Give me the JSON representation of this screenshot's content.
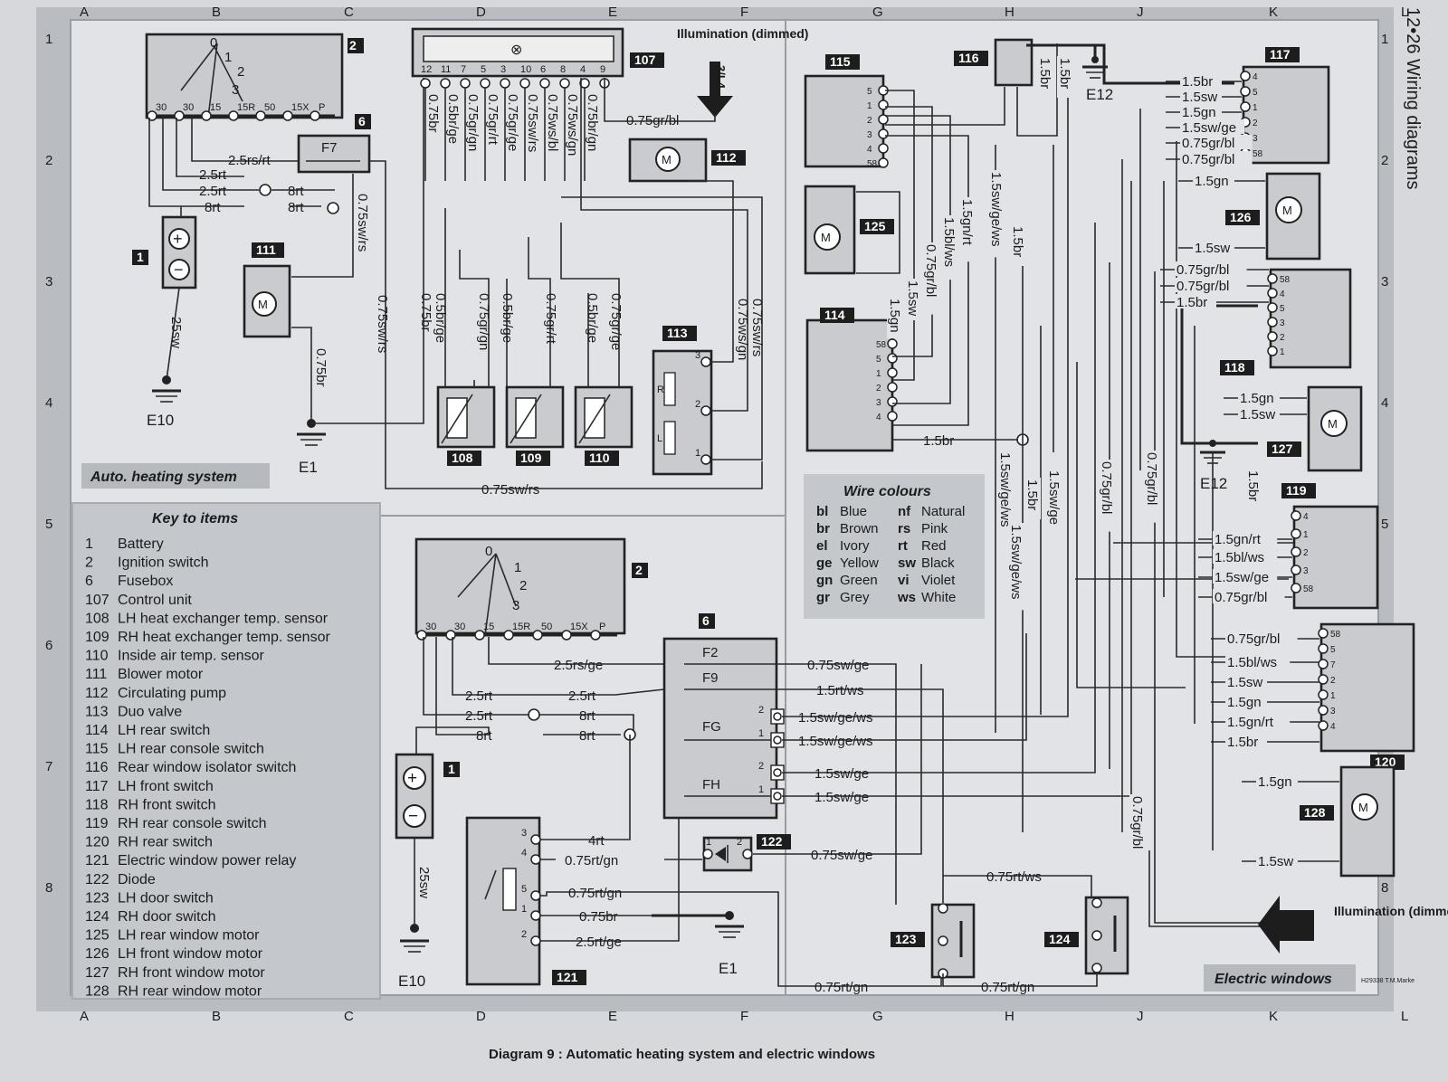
{
  "header": {
    "page_ref": "12•26 Wiring diagrams"
  },
  "grid": {
    "cols": [
      "A",
      "B",
      "C",
      "D",
      "E",
      "F",
      "G",
      "H",
      "J",
      "K",
      "L"
    ],
    "rows": [
      "1",
      "2",
      "3",
      "4",
      "5",
      "6",
      "7",
      "8"
    ]
  },
  "panels": {
    "heating": "Auto. heating system",
    "windows": "Electric windows",
    "illumination": "Illumination (dimmed)",
    "illum_ref": "3/L4"
  },
  "caption": "Diagram 9 : Automatic heating system and electric windows",
  "credit": "H29338 T.M.Marke",
  "key": {
    "title": "Key to items",
    "items": [
      {
        "n": "1",
        "t": "Battery"
      },
      {
        "n": "2",
        "t": "Ignition switch"
      },
      {
        "n": "6",
        "t": "Fusebox"
      },
      {
        "n": "107",
        "t": "Control unit"
      },
      {
        "n": "108",
        "t": "LH heat exchanger temp. sensor"
      },
      {
        "n": "109",
        "t": "RH heat exchanger temp. sensor"
      },
      {
        "n": "110",
        "t": "Inside air temp. sensor"
      },
      {
        "n": "111",
        "t": "Blower motor"
      },
      {
        "n": "112",
        "t": "Circulating pump"
      },
      {
        "n": "113",
        "t": "Duo valve"
      },
      {
        "n": "114",
        "t": "LH rear switch"
      },
      {
        "n": "115",
        "t": "LH rear console switch"
      },
      {
        "n": "116",
        "t": "Rear window isolator switch"
      },
      {
        "n": "117",
        "t": "LH front switch"
      },
      {
        "n": "118",
        "t": "RH front switch"
      },
      {
        "n": "119",
        "t": "RH rear console switch"
      },
      {
        "n": "120",
        "t": "RH rear switch"
      },
      {
        "n": "121",
        "t": "Electric window power relay"
      },
      {
        "n": "122",
        "t": "Diode"
      },
      {
        "n": "123",
        "t": "LH door switch"
      },
      {
        "n": "124",
        "t": "RH door switch"
      },
      {
        "n": "125",
        "t": "LH rear window motor"
      },
      {
        "n": "126",
        "t": "LH front window motor"
      },
      {
        "n": "127",
        "t": "RH front window motor"
      },
      {
        "n": "128",
        "t": "RH rear window motor"
      }
    ]
  },
  "wire_colours": {
    "title": "Wire colours",
    "items": [
      {
        "c": "bl",
        "n": "Blue"
      },
      {
        "c": "nf",
        "n": "Natural"
      },
      {
        "c": "br",
        "n": "Brown"
      },
      {
        "c": "rs",
        "n": "Pink"
      },
      {
        "c": "el",
        "n": "Ivory"
      },
      {
        "c": "rt",
        "n": "Red"
      },
      {
        "c": "ge",
        "n": "Yellow"
      },
      {
        "c": "sw",
        "n": "Black"
      },
      {
        "c": "gn",
        "n": "Green"
      },
      {
        "c": "vi",
        "n": "Violet"
      },
      {
        "c": "gr",
        "n": "Grey"
      },
      {
        "c": "ws",
        "n": "White"
      }
    ]
  },
  "components": {
    "c2": "2",
    "c6": "6",
    "c1": "1",
    "c107": "107",
    "c108": "108",
    "c109": "109",
    "c110": "110",
    "c111": "111",
    "c112": "112",
    "c113": "113",
    "c114": "114",
    "c115": "115",
    "c116": "116",
    "c117": "117",
    "c118": "118",
    "c119": "119",
    "c120": "120",
    "c121": "121",
    "c122": "122",
    "c123": "123",
    "c124": "124",
    "c125": "125",
    "c126": "126",
    "c127": "127",
    "c128": "128"
  },
  "earths": {
    "e10": "E10",
    "e1": "E1",
    "e12": "E12"
  },
  "fuses": {
    "f7": "F7",
    "f2": "F2",
    "f9": "F9",
    "fg": "FG",
    "fh": "FH"
  },
  "ignition_terminals": [
    "30",
    "30",
    "15",
    "15R",
    "50",
    "15X",
    "P"
  ],
  "switch_positions": [
    "0",
    "1",
    "2",
    "3"
  ],
  "control_pins": [
    "12",
    "11",
    "7",
    "5",
    "3",
    "10",
    "6",
    "8",
    "4",
    "9"
  ],
  "wires_heating": {
    "w_25rsrt": "2.5rs/rt",
    "w_25rt_a": "2.5rt",
    "w_25rt_b": "2.5rt",
    "w_8rt_a": "8rt",
    "w_8rt_b": "8rt",
    "w_8rt_c": "8rt",
    "w_25sw": "25sw",
    "w_075swrs_v": "0.75sw/rs",
    "w_075swrs_v2": "0.75sw/rs",
    "w_075br_v": "0.75br",
    "w_075br_pin12": "0.75br",
    "w_05brge": "0.5br/ge",
    "w_075grgn": "0.75gr/gn",
    "w_075grrt": "0.75gr/rt",
    "w_075grge": "0.75gr/ge",
    "w_075swrs_pin": "0.75sw/rs",
    "w_075wsbl": "0.75ws/bl",
    "w_075wsgn": "0.75ws/gn",
    "w_075brgn": "0.75br/gn",
    "w_075grbl": "0.75gr/bl",
    "s108_a": "0.75br",
    "s108_b": "0.5br/ge",
    "s109_a": "0.75gr/gn",
    "s109_b": "0.5br/ge",
    "s110_a": "0.75gr/rt",
    "s110_b": "0.5br/ge",
    "s110_c": "0.75gr/ge",
    "v113_a": "0.75sw/rs",
    "v113_b": "0.75ws/gn",
    "bottom_swrs": "0.75sw/rs"
  },
  "wires_windows_left": {
    "w25rsge": "2.5rs/ge",
    "w25rt1": "2.5rt",
    "w25rt2": "2.5rt",
    "w25rt3": "2.5rt",
    "w8rt1": "8rt",
    "w8rt2": "8rt",
    "w8rt3": "8rt",
    "w25sw": "25sw",
    "w4rt": "4rt",
    "w075rtgn1": "0.75rt/gn",
    "w075rtgn2": "0.75rt/gn",
    "w075br": "0.75br",
    "w25rtge": "2.5rt/ge",
    "w075swge_f2": "0.75sw/ge",
    "w15rtws": "1.5rt/ws",
    "w15swgews1": "1.5sw/ge/ws",
    "w15swgews2": "1.5sw/ge/ws",
    "w15swge1": "1.5sw/ge",
    "w15swge2": "1.5sw/ge",
    "w075swge_122": "0.75sw/ge",
    "w075rtws": "0.75rt/ws",
    "w075rtgn_b1": "0.75rt/gn",
    "w075rtgn_b2": "0.75rt/gn"
  },
  "wires_windows_right": {
    "r117": [
      "1.5br",
      "1.5sw",
      "1.5gn",
      "1.5sw/ge",
      "0.75gr/bl",
      "0.75gr/bl"
    ],
    "r126": [
      "1.5gn",
      "1.5sw"
    ],
    "r118": [
      "0.75gr/bl",
      "0.75gr/bl",
      "1.5br"
    ],
    "r127": [
      "1.5gn",
      "1.5sw"
    ],
    "r119": [
      "1.5gn/rt",
      "1.5bl/ws",
      "1.5sw/ge",
      "0.75gr/bl"
    ],
    "r120": [
      "0.75gr/bl",
      "1.5bl/ws",
      "1.5sw",
      "1.5gn",
      "1.5gn/rt",
      "1.5br"
    ],
    "r128": [
      "1.5gn",
      "1.5sw"
    ],
    "vert": [
      "1.5br",
      "1.5br",
      "1.5sw/ge/ws",
      "1.5gn/rt",
      "1.5bl/ws",
      "0.75gr/bl",
      "1.5sw",
      "1.5gn",
      "1.5br",
      "1.5sw/ge/ws",
      "1.5br",
      "1.5sw/ge/ws",
      "1.5sw/ge",
      "0.75gr/bl",
      "0.75gr/bl",
      "1.5br",
      "0.75gr/bl"
    ],
    "w114": "1.5br"
  },
  "pin_labels": {
    "p115": [
      "5",
      "1",
      "2",
      "3",
      "4",
      "58"
    ],
    "p114": [
      "58",
      "5",
      "1",
      "2",
      "3",
      "4"
    ],
    "p117": [
      "4",
      "5",
      "1",
      "2",
      "3",
      "58"
    ],
    "p118": [
      "58",
      "4",
      "5",
      "3",
      "2",
      "1"
    ],
    "p119": [
      "4",
      "1",
      "2",
      "3",
      "58"
    ],
    "p120": [
      "58",
      "5",
      "7",
      "2",
      "1",
      "3",
      "4"
    ],
    "p121": [
      "3",
      "4",
      "5",
      "1",
      "2"
    ],
    "p122": [
      "1",
      "2"
    ],
    "p113": [
      "3",
      "2",
      "1"
    ],
    "p6b": [
      "2",
      "1",
      "2",
      "1"
    ],
    "v113": [
      "R",
      "L"
    ]
  }
}
